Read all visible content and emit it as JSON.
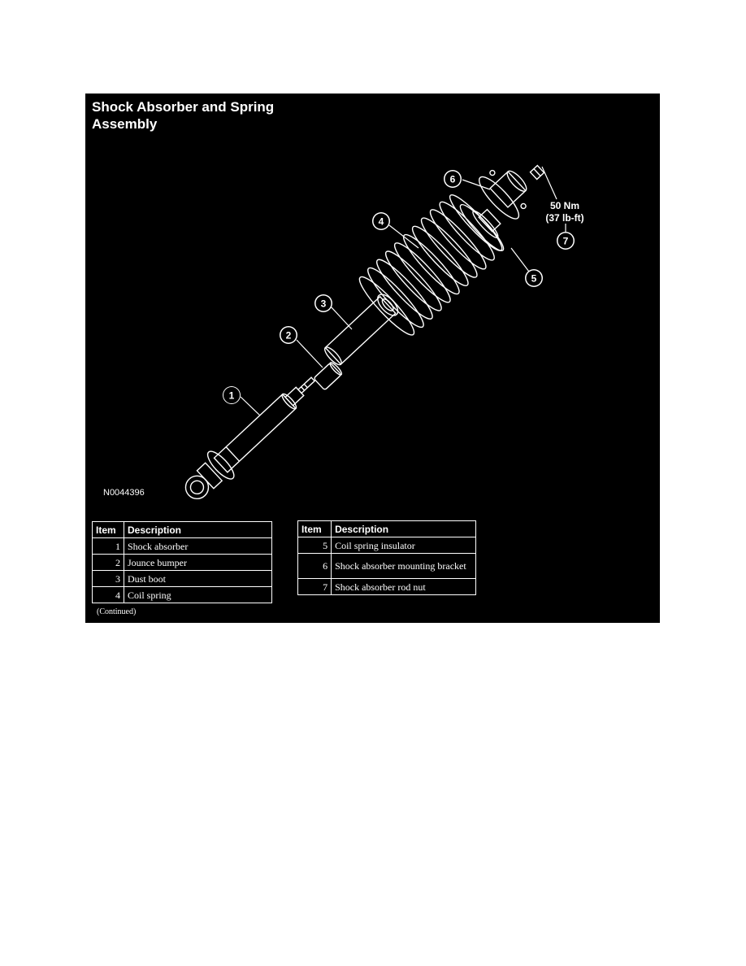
{
  "title_lines": [
    "Shock Absorber and Spring",
    "Assembly"
  ],
  "figure_id": "N0044396",
  "torque_lines": [
    "50 Nm",
    "(37 lb-ft)"
  ],
  "callouts": [
    "1",
    "2",
    "3",
    "4",
    "5",
    "6",
    "7"
  ],
  "table_left": {
    "headers": [
      "Item",
      "Description"
    ],
    "rows": [
      {
        "item": "1",
        "description": "Shock absorber"
      },
      {
        "item": "2",
        "description": "Jounce bumper"
      },
      {
        "item": "3",
        "description": "Dust boot"
      },
      {
        "item": "4",
        "description": "Coil spring"
      }
    ]
  },
  "table_right": {
    "headers": [
      "Item",
      "Description"
    ],
    "rows": [
      {
        "item": "5",
        "description": "Coil spring insulator"
      },
      {
        "item": "6",
        "description": "Shock absorber mounting bracket"
      },
      {
        "item": "7",
        "description": "Shock absorber rod nut"
      }
    ]
  },
  "continued_note": "(Continued)"
}
